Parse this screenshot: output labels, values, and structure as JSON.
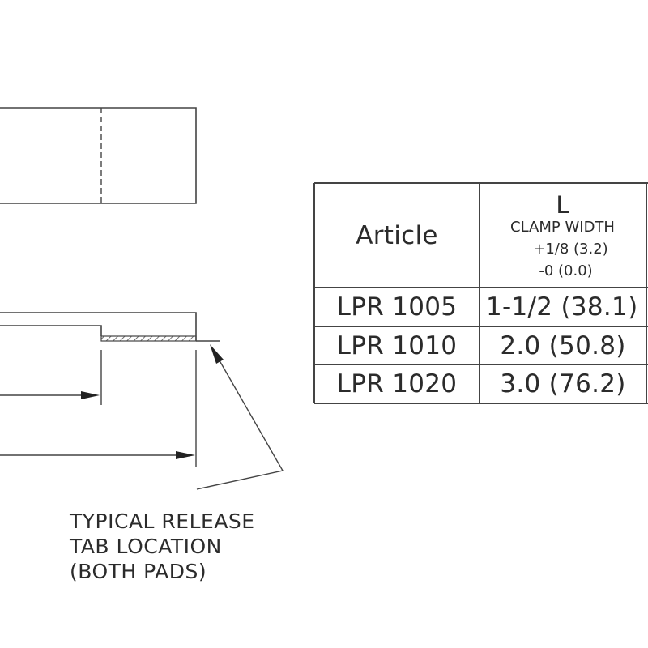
{
  "table": {
    "header_article": "Article",
    "header_l": "L",
    "header_clamp": "CLAMP WIDTH",
    "header_tol_plus": "+1/8 (3.2)",
    "header_tol_minus": "-0 (0.0)",
    "rows": [
      {
        "article": "LPR 1005",
        "width": "1-1/2 (38.1)"
      },
      {
        "article": "LPR 1010",
        "width": "2.0 (50.8)"
      },
      {
        "article": "LPR 1020",
        "width": "3.0 (76.2)"
      }
    ]
  },
  "note": {
    "line1": "TYPICAL RELEASE",
    "line2": "TAB LOCATION",
    "line3": "(BOTH PADS)"
  }
}
